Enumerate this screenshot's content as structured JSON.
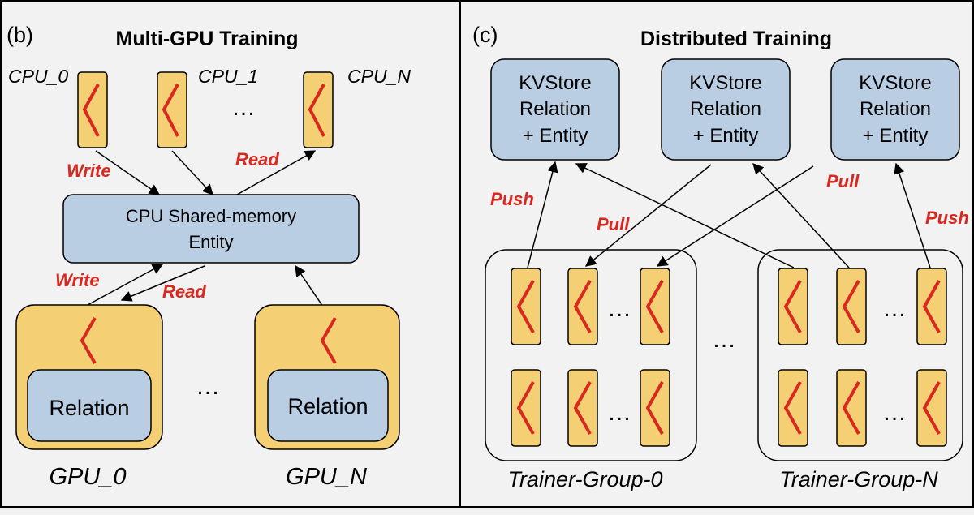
{
  "colors": {
    "background": "#f2f2f2",
    "border": "#000000",
    "yellow_fill": "#f5cf74",
    "blue_fill": "#b9cde3",
    "red": "#d8281f"
  },
  "icons": [
    "red-zigzag-icon"
  ],
  "panel_b": {
    "label": "(b)",
    "title": "Multi-GPU Training",
    "cpu_labels": [
      "CPU_0",
      "CPU_1",
      "CPU_N"
    ],
    "dots": "…",
    "shared_memory": {
      "line1": "CPU Shared-memory",
      "line2": "Entity"
    },
    "edge_labels": {
      "write_top": "Write",
      "read_top": "Read",
      "write_bottom": "Write",
      "read_bottom": "Read"
    },
    "gpus": [
      {
        "inner_label": "Relation",
        "caption": "GPU_0"
      },
      {
        "inner_label": "Relation",
        "caption": "GPU_N"
      }
    ],
    "gpu_dots": "…"
  },
  "panel_c": {
    "label": "(c)",
    "title": "Distributed Training",
    "kvstores": [
      {
        "line1": "KVStore",
        "line2": "Relation",
        "line3": "+ Entity"
      },
      {
        "line1": "KVStore",
        "line2": "Relation",
        "line3": "+ Entity"
      },
      {
        "line1": "KVStore",
        "line2": "Relation",
        "line3": "+ Entity"
      }
    ],
    "edge_labels": {
      "push_left": "Push",
      "pull_mid": "Pull",
      "pull_right": "Pull",
      "push_right": "Push"
    },
    "groups": [
      {
        "caption": "Trainer-Group-0"
      },
      {
        "caption": "Trainer-Group-N"
      }
    ],
    "row_dots": "…",
    "between_dots": "…"
  }
}
